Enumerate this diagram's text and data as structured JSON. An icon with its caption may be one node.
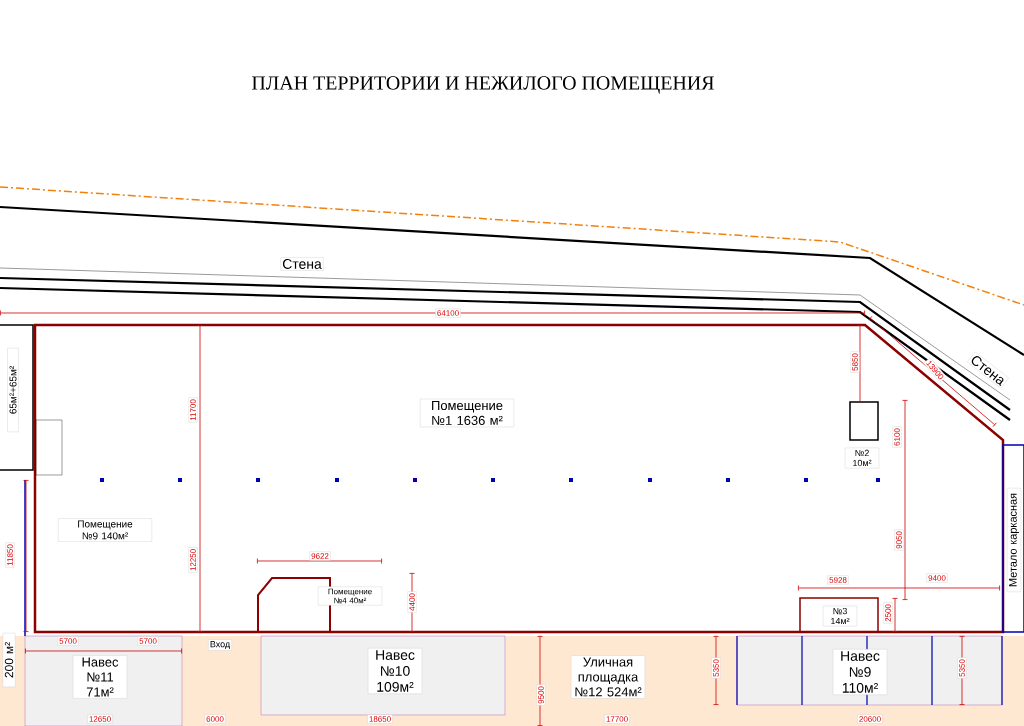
{
  "diagram": {
    "title": "ПЛАН  ТЕРРИТОРИИ И НЕЖИЛОГО  ПОМЕЩЕНИЯ",
    "nodes": [
      {
        "text": [
          "Помещение №1 1636 м²"
        ]
      },
      {
        "text": [
          "Помещение №9 140м²"
        ]
      },
      {
        "text": [
          "Помещение №4 40м²"
        ]
      },
      {
        "text": [
          "№2 10м²"
        ]
      },
      {
        "text": [
          "№3 14м²"
        ]
      },
      {
        "text": [
          "65м²+65м²"
        ]
      },
      {
        "text": [
          "200 м²"
        ]
      },
      {
        "text": [
          "Метало каркасная"
        ]
      },
      {
        "text": [
          "Навес №11 71м²"
        ]
      },
      {
        "text": [
          "Навес №10 109м²"
        ]
      },
      {
        "text": [
          "Уличная площадка №12 524м²"
        ]
      },
      {
        "text": [
          "Навес №9 110м²"
        ]
      }
    ],
    "labels": [
      "Стена",
      "64100",
      "5850",
      "13900",
      "Стена",
      "11700",
      "6100",
      "11850",
      "12250",
      "9622",
      "9050",
      "5928",
      "9400",
      "4400",
      "2500",
      "5700",
      "5700",
      "Вход",
      "5350",
      "9500",
      "5350",
      "12650",
      "6000",
      "18650",
      "17700",
      "20600"
    ]
  }
}
